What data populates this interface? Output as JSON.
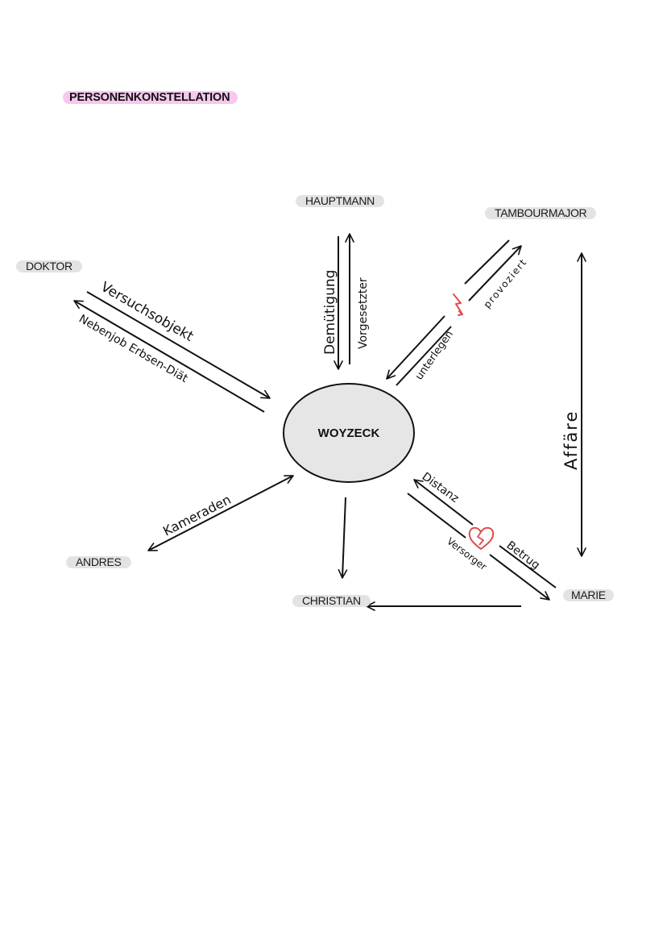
{
  "title": "PERSONENKONSTELLATION",
  "center": "WOYZECK",
  "nodes": {
    "hauptmann": "HAUPTMANN",
    "tambourmajor": "TAMBOURMAJOR",
    "doktor": "DOKTOR",
    "andres": "ANDRES",
    "christian": "CHRISTIAN",
    "marie": "MARIE"
  },
  "relations": {
    "versuchsobjekt": "Versuchsobjekt",
    "nebenjob": "Nebenjob Erbsen-Diät",
    "demuetigung": "Demütigung",
    "vorgesetzter": "Vorgesetzter",
    "provoziert": "provoziert",
    "unterlegen": "unterlegen",
    "affaere": "Affäre",
    "kameraden": "Kameraden",
    "distanz": "Distanz",
    "versorger": "Versorger",
    "betrug": "Betrug"
  },
  "colors": {
    "title_highlight": "#f6c8ee",
    "node_pill": "#e3e3e3",
    "center_fill": "#e6e6e6",
    "accent_red": "#e04a4a"
  },
  "icons": {
    "conflict": "lightning-icon",
    "breakup": "broken-heart-icon"
  }
}
